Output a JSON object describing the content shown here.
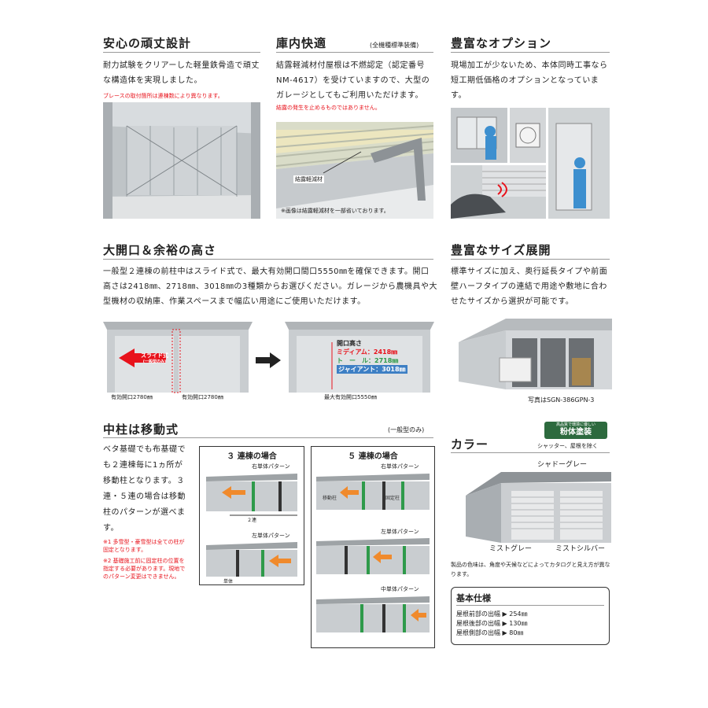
{
  "sections": {
    "sturdy": {
      "title": "安心の頑丈設計",
      "body": "耐力試験をクリアーした軽量鉄骨造で頑丈な構造体を実現しました。",
      "note": "ブレースの取付箇所は連棟数により異なります。"
    },
    "comfort": {
      "title": "庫内快適",
      "tag": "(全機種標準装備)",
      "body": "結露軽減材付屋根は不燃認定（認定番号NM-4617）を受けていますので、大型のガレージとしてもご利用いただけます。",
      "note": "結露の発生を止めるものではありません。",
      "photo_label": "結露軽減材",
      "photo_caption": "※画像は結露軽減材を一部省いております。"
    },
    "options": {
      "title": "豊富なオプション",
      "body": "現場加工が少ないため、本体同時工事なら短工期低価格のオプションとなっています。"
    },
    "opening": {
      "title": "大開口＆余裕の高さ",
      "body": "一般型２連棟の前柱中はスライド式で、最大有効開口間口5550㎜を確保できます。開口高さは2418㎜、2718㎜、3018㎜の3種類からお選びください。ガレージから農機具や大型機材の収納庫、作業スペースまで幅広い用途にご使用いただけます。",
      "slide_label": "スライド式",
      "slide_sub": "(一般型のみ)",
      "left_width_1": "有効開口2780㎜",
      "left_width_2": "有効開口2780㎜",
      "height_title": "開口高さ",
      "height_1": "ミディアム：2418㎜",
      "height_2": "ト　ー　ル：2718㎜",
      "height_3": "ジャイアント：3018㎜",
      "right_width": "最大有効開口5550㎜"
    },
    "sizes": {
      "title": "豊富なサイズ展開",
      "body": "標準サイズに加え、奥行延長タイプや前面壁ハーフタイプの連結で用途や敷地に合わせたサイズから選択が可能です。",
      "caption": "写真はSGN-386GPN-3"
    },
    "pillar": {
      "title": "中柱は移動式",
      "tag": "(一般型のみ)",
      "body": "ベタ基礎でも布基礎でも２連棟毎に1ヵ所が移動柱となります。３連・５連の場合は移動柱のパターンが選べます。",
      "note1": "※1 多雪型・豪雪型は全ての柱が固定となります。",
      "note2": "※2 基礎施工前に固定柱の位置を指定する必要があります。現地でのパターン変更はできません。",
      "box3_title": "３ 連棟の場合",
      "box5_title": "５ 連棟の場合",
      "pattern_right": "右単体パターン",
      "pattern_left": "左単体パターン",
      "pattern_middle": "中単体パターン",
      "label_move": "移動柱",
      "label_fixed": "固定柱",
      "label_2": "２連",
      "label_single": "単体"
    },
    "color": {
      "title": "カラー",
      "badge_top": "高品質で環境に優しい",
      "badge": "粉体塗装",
      "badge_sub": "シャッター、屋根を除く",
      "shadow": "シャドーグレー",
      "mistgray": "ミストグレー",
      "mistsilver": "ミストシルバー",
      "note": "製品の色味は、角度や天候などによってカタログと見え方が異なります。"
    },
    "spec": {
      "title": "基本仕様",
      "line1": "屋根前部の出幅 ▶ 254㎜",
      "line2": "屋根後部の出幅 ▶ 130㎜",
      "line3": "屋根側部の出幅 ▶  80㎜"
    }
  },
  "colors": {
    "accent_red": "#e8121b",
    "panel": "#c9cdd0",
    "green_pillar": "#2e9a4a",
    "orange_arrow": "#f08a2c",
    "badge_green": "#2d6a3e"
  }
}
